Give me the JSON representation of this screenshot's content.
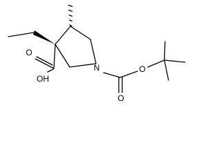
{
  "figure": {
    "atom_labels": {
      "ring_nitrogen": "N",
      "carboxyl_hydroxyl": "OH",
      "carboxyl_carbonyl_oxygen": "O",
      "boc_carbonyl_oxygen": "O",
      "boc_ester_oxygen": "O"
    }
  },
  "colors": {
    "ink": "#000000",
    "background": "#ffffff"
  }
}
